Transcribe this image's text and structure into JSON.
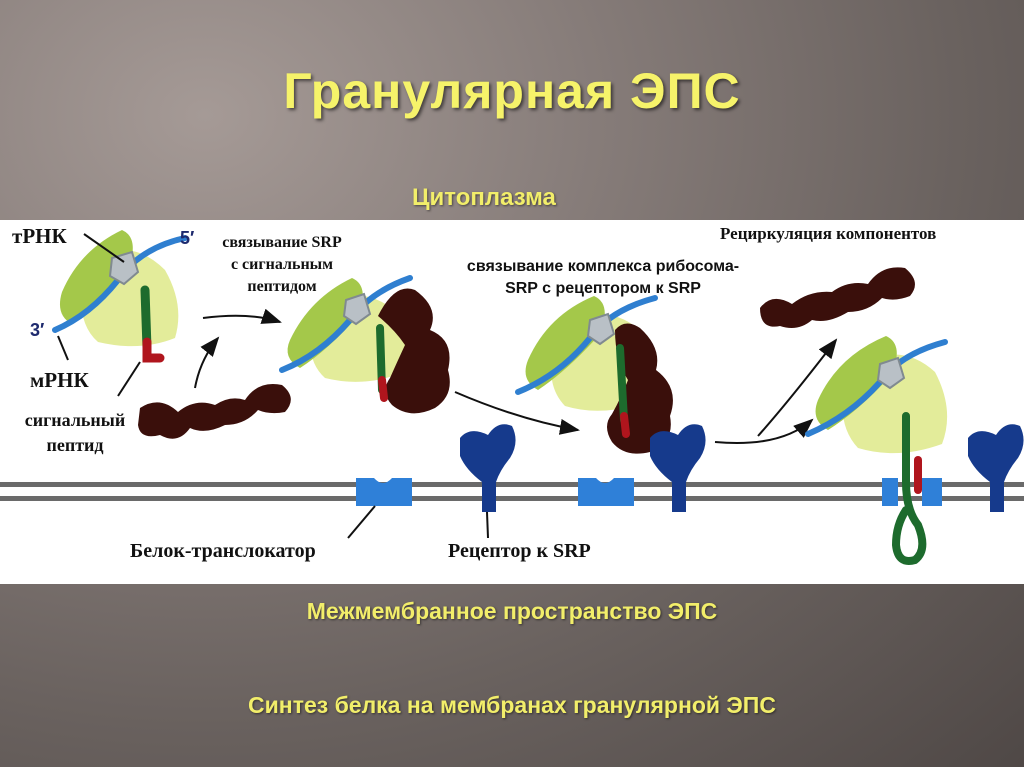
{
  "title": "Гранулярная ЭПС",
  "cytoplasm_label": "Цитоплазма",
  "labels": {
    "trna": "тРНК",
    "five_prime": "5′",
    "three_prime": "3′",
    "mrna": "мРНК",
    "signal_peptide_line1": "сигнальный",
    "signal_peptide_line2": "пептид",
    "srp_binding_line1": "связывание SRP",
    "srp_binding_line2": "с сигнальным",
    "srp_binding_line3": "пептидом",
    "complex_binding_line1": "связывание комплекса рибосома-",
    "complex_binding_line2": "SRP с рецептором к SRP",
    "recycling": "Рециркуляция компонентов",
    "translocator": "Белок-транслокатор",
    "srp_receptor": "Рецептор к SRP"
  },
  "intermembrane_label": "Межмембранное пространство  ЭПС",
  "bottom_caption": "Синтез белка на мембранах гранулярной ЭПС",
  "colors": {
    "title": "#f6f36a",
    "ribosome_large": "#e3ec9a",
    "ribosome_small": "#a4c84a",
    "mrna": "#2f7fd0",
    "peptide": "#1d6b2d",
    "signal": "#b0151d",
    "srp": "#3a0f0b",
    "receptor": "#163a8c",
    "translocator": "#2f80d8",
    "membrane": "#6a6a6a"
  }
}
